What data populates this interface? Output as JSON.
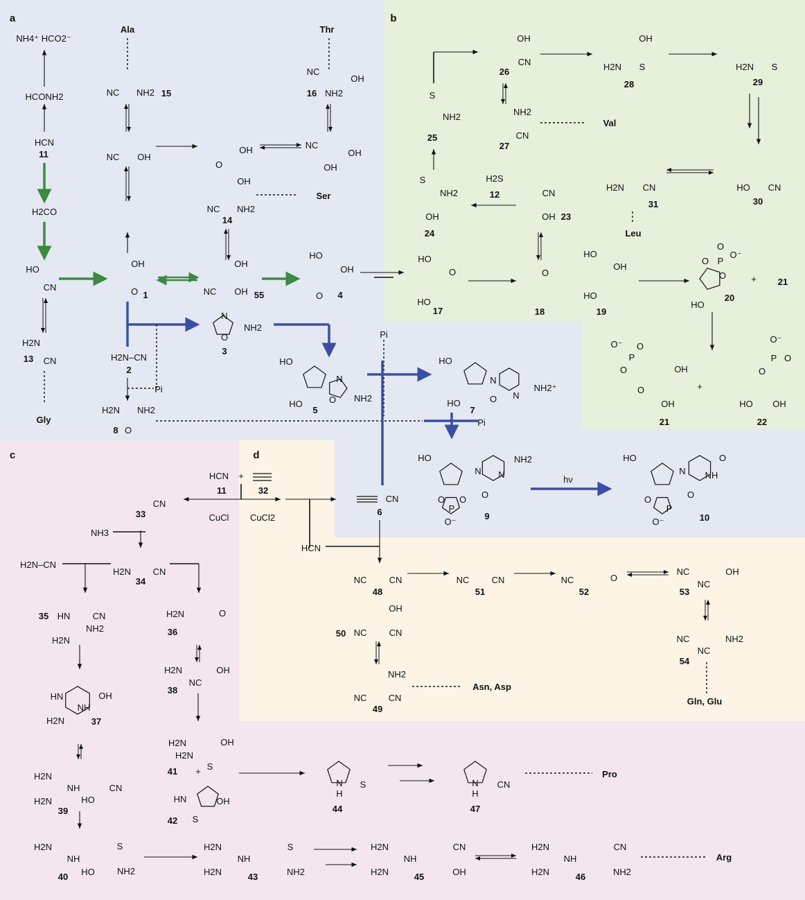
{
  "panel_labels": [
    "a",
    "b",
    "c",
    "d"
  ],
  "colors": {
    "panel_a": "#e3e8f2",
    "panel_b": "#e6f0da",
    "panel_c": "#f4e6ef",
    "panel_d": "#fdf4e5",
    "green_arrow": "#3a8a3f",
    "blue_arrow": "#3a4fa3"
  },
  "amino_acids": [
    "Ala",
    "Thr",
    "Ser",
    "Val",
    "Leu",
    "Gly",
    "Asn, Asp",
    "Gln, Glu",
    "Pro",
    "Arg"
  ],
  "compound_numbers": [
    "1",
    "2",
    "3",
    "4",
    "5",
    "6",
    "7",
    "8",
    "9",
    "10",
    "11",
    "11",
    "12",
    "13",
    "14",
    "15",
    "16",
    "17",
    "18",
    "19",
    "20",
    "21",
    "21",
    "22",
    "23",
    "24",
    "25",
    "26",
    "27",
    "28",
    "29",
    "30",
    "31",
    "32",
    "33",
    "34",
    "35",
    "36",
    "37",
    "38",
    "39",
    "40",
    "41",
    "42",
    "43",
    "44",
    "45",
    "46",
    "47",
    "48",
    "49",
    "50",
    "51",
    "52",
    "53",
    "54",
    "55"
  ],
  "fragments": [
    "NH4⁺ HCO2⁻",
    "HCONH2",
    "HCN",
    "H2CO",
    "HO",
    "CN",
    "H2N",
    "CN",
    "NC",
    "NH2",
    "NC",
    "OH",
    "OH",
    "O",
    "H2N–CN",
    "H2N",
    "NH2",
    "O",
    "Pi",
    "NC",
    "NH2",
    "OH",
    "OH",
    "NC",
    "OH",
    "OH",
    "O",
    "NC",
    "OH",
    "OH",
    "NC",
    "OH",
    "NH2",
    "HO",
    "OH",
    "O",
    "N",
    "O",
    "NH2",
    "Pi",
    "HO",
    "HO",
    "N",
    "O",
    "NH2",
    "HO",
    "HO",
    "N",
    "O",
    "N",
    "NH2⁺",
    "Pi",
    "HO",
    "N",
    "NH2",
    "N",
    "O",
    "O",
    "O",
    "P",
    "O⁻",
    "HO",
    "N",
    "NH",
    "O",
    "O",
    "O",
    "P",
    "O⁻",
    "hν",
    "OH",
    "CN",
    "H2N",
    "S",
    "H2N",
    "S",
    "OH",
    "NH2",
    "CN",
    "S",
    "NH2",
    "H2S",
    "CN",
    "OH",
    "S",
    "NH2",
    "OH",
    "H2N",
    "CN",
    "HO",
    "CN",
    "HO",
    "O",
    "HO",
    "O",
    "HO",
    "OH",
    "HO",
    "O",
    "P",
    "O⁻",
    "O",
    "O",
    "HO",
    "+",
    "O⁻",
    "O",
    "P",
    "O",
    "O",
    "OH",
    "OH",
    "+",
    "O⁻",
    "O",
    "P",
    "O",
    "HO",
    "OH",
    "HCN",
    "+",
    "CuCl",
    "CuCl2",
    "CN",
    "CN",
    "NH3",
    "H2N–CN",
    "H2N",
    "CN",
    "HCN",
    "HN",
    "CN",
    "H2N",
    "NH2",
    "H2N",
    "O",
    "HN",
    "OH",
    "NH",
    "H2N",
    "H2N",
    "OH",
    "NC",
    "H2N",
    "OH",
    "H2N",
    "S",
    "+",
    "HN",
    "OH",
    "S",
    "N",
    "H",
    "S",
    "N",
    "H",
    "CN",
    "H2N",
    "NH",
    "CN",
    "H2N",
    "HO",
    "H2N",
    "NH",
    "HO",
    "S",
    "NH2",
    "H2N",
    "NH",
    "S",
    "H2N",
    "NH2",
    "H2N",
    "NH",
    "CN",
    "H2N",
    "OH",
    "H2N",
    "NH",
    "CN",
    "H2N",
    "NH2",
    "NC",
    "CN",
    "NC",
    "CN",
    "NC",
    "O",
    "NC",
    "OH",
    "NC",
    "NC",
    "NH2",
    "NC",
    "OH",
    "NC",
    "CN",
    "NH2",
    "NC",
    "CN"
  ]
}
